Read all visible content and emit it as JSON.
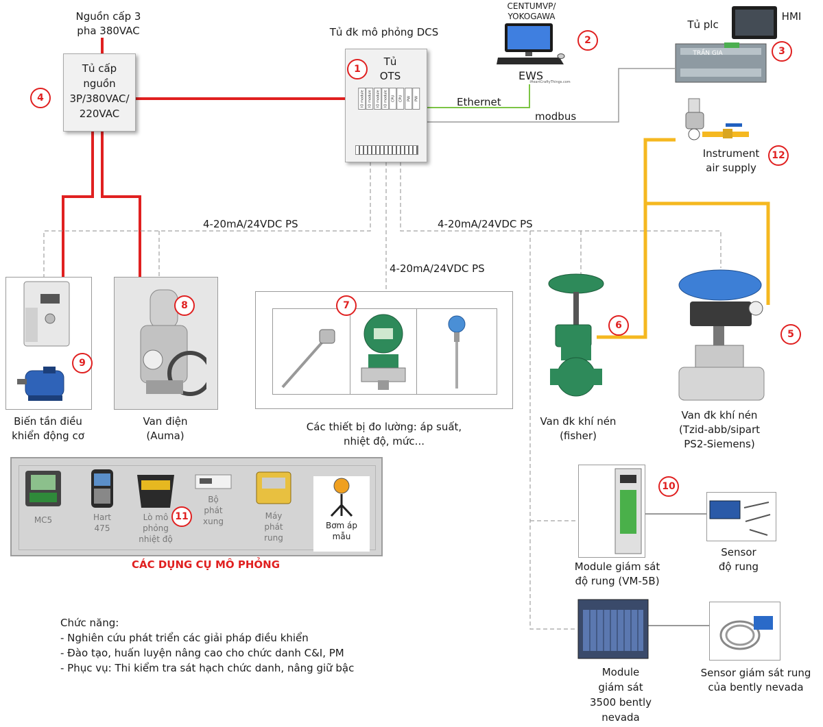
{
  "power_source": {
    "line1": "Nguồn cấp 3",
    "line2": "pha 380VAC"
  },
  "power_cabinet": {
    "line1": "Tủ cấp",
    "line2": "nguồn",
    "line3": "3P/380VAC/",
    "line4": "220VAC"
  },
  "dcs": {
    "caption": "Tủ đk mô phỏng DCS",
    "title_line1": "Tủ",
    "title_line2": "OTS",
    "modules": [
      "IO module",
      "IO module",
      "IO module",
      "IO module",
      "CPU",
      "CPU",
      "PW",
      "PW"
    ]
  },
  "ews": {
    "caption_line1": "CENTUMVP/",
    "caption_line2": "YOKOGAWA",
    "label": "EWS",
    "tiny": "iHeartCraftyThings.com"
  },
  "plc": {
    "label": "Tủ plc",
    "hmi": "HMI",
    "brand": "TRẦN GIA"
  },
  "air": {
    "line1": "Instrument",
    "line2": "air supply"
  },
  "links": {
    "ethernet": "Ethernet",
    "modbus": "modbus",
    "signal_left": "4-20mA/24VDC PS",
    "signal_right": "4-20mA/24VDC PS",
    "signal_center": "4-20mA/24VDC PS"
  },
  "devices": {
    "vfd": {
      "line1": "Biến tần điều",
      "line2": "khiển động cơ"
    },
    "auma": {
      "line1": "Van điện",
      "line2": "(Auma)"
    },
    "instruments": {
      "line1": "Các thiết bị đo lường: áp suất,",
      "line2": "nhiệt độ, mức..."
    },
    "fisher": {
      "line1": "Van đk khí nén",
      "line2": "(fisher)"
    },
    "siemens": {
      "line1": "Van đk khí nén",
      "line2": "(Tzid-abb/sipart",
      "line3": "PS2-Siemens)"
    },
    "vm5b": {
      "line1": "Module giám sát",
      "line2": "độ rung (VM-5B)"
    },
    "vib_sensor": {
      "line1": "Sensor",
      "line2": "độ rung"
    },
    "bently": {
      "line1": "Module",
      "line2": "giám sát",
      "line3": "3500 bently",
      "line4": "nevada"
    },
    "bently_sensor": {
      "line1": "Sensor giám sát rung",
      "line2": "của bently nevada"
    }
  },
  "tools": {
    "title": "CÁC DỤNG CỤ MÔ PHỎNG",
    "mc5": "MC5",
    "hart": {
      "line1": "Hart",
      "line2": "475"
    },
    "oven": {
      "line1": "Lò mô",
      "line2": "phỏng",
      "line3": "nhiệt độ"
    },
    "pulse": {
      "line1": "Bộ",
      "line2": "phát",
      "line3": "xung"
    },
    "vibrator": {
      "line1": "Máy",
      "line2": "phát",
      "line3": "rung"
    },
    "pump": {
      "line1": "Bơm áp",
      "line2": "mẫu"
    }
  },
  "functions": {
    "title": "Chức năng:",
    "items": [
      "- Nghiên cứu phát triển các giải pháp điều khiển",
      "- Đào tạo, huấn luyện nâng cao cho chức danh C&I, PM",
      "- Phục vụ: Thi kiểm tra sát hạch chức danh, nâng giữ bậc"
    ]
  },
  "badges": [
    "1",
    "2",
    "3",
    "4",
    "5",
    "6",
    "7",
    "8",
    "9",
    "10",
    "11",
    "12"
  ],
  "colors": {
    "power": "#e02020",
    "air": "#f5b820",
    "ethernet": "#7cc444",
    "signal": "#9a9a9a",
    "valve_green": "#2e8a5a",
    "actuator_blue": "#3d7fd6"
  }
}
